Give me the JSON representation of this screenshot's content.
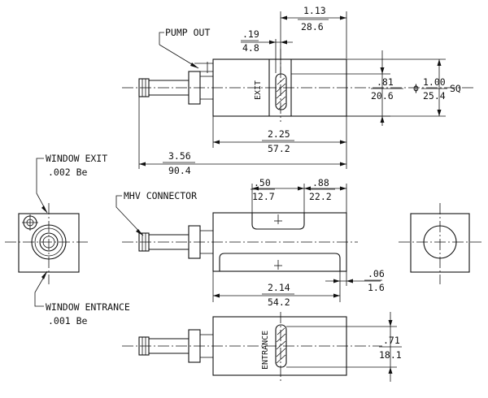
{
  "labels": {
    "pump_out": "PUMP OUT",
    "window_exit": "WINDOW EXIT",
    "window_exit_spec": ".002 Be",
    "mhv_connector": "MHV CONNECTOR",
    "window_entrance": "WINDOW ENTRANCE",
    "window_entrance_spec": ".001 Be",
    "exit_text": "EXIT",
    "entrance_text": "ENTRANCE"
  },
  "dimensions": {
    "d_113": {
      "in": "1.13",
      "mm": "28.6"
    },
    "d_019": {
      "in": ".19",
      "mm": "4.8"
    },
    "d_081": {
      "in": ".81",
      "mm": "20.6"
    },
    "d_100": {
      "prefix": "ϕ",
      "in": "1.00",
      "mm": "25.4",
      "suffix": "SQ"
    },
    "d_225": {
      "in": "2.25",
      "mm": "57.2"
    },
    "d_356": {
      "in": "3.56",
      "mm": "90.4"
    },
    "d_050": {
      "in": ".50",
      "mm": "12.7"
    },
    "d_088": {
      "in": ".88",
      "mm": "22.2"
    },
    "d_214": {
      "in": "2.14",
      "mm": "54.2"
    },
    "d_006": {
      "in": ".06",
      "mm": "1.6"
    },
    "d_071": {
      "in": ".71",
      "mm": "18.1"
    }
  }
}
